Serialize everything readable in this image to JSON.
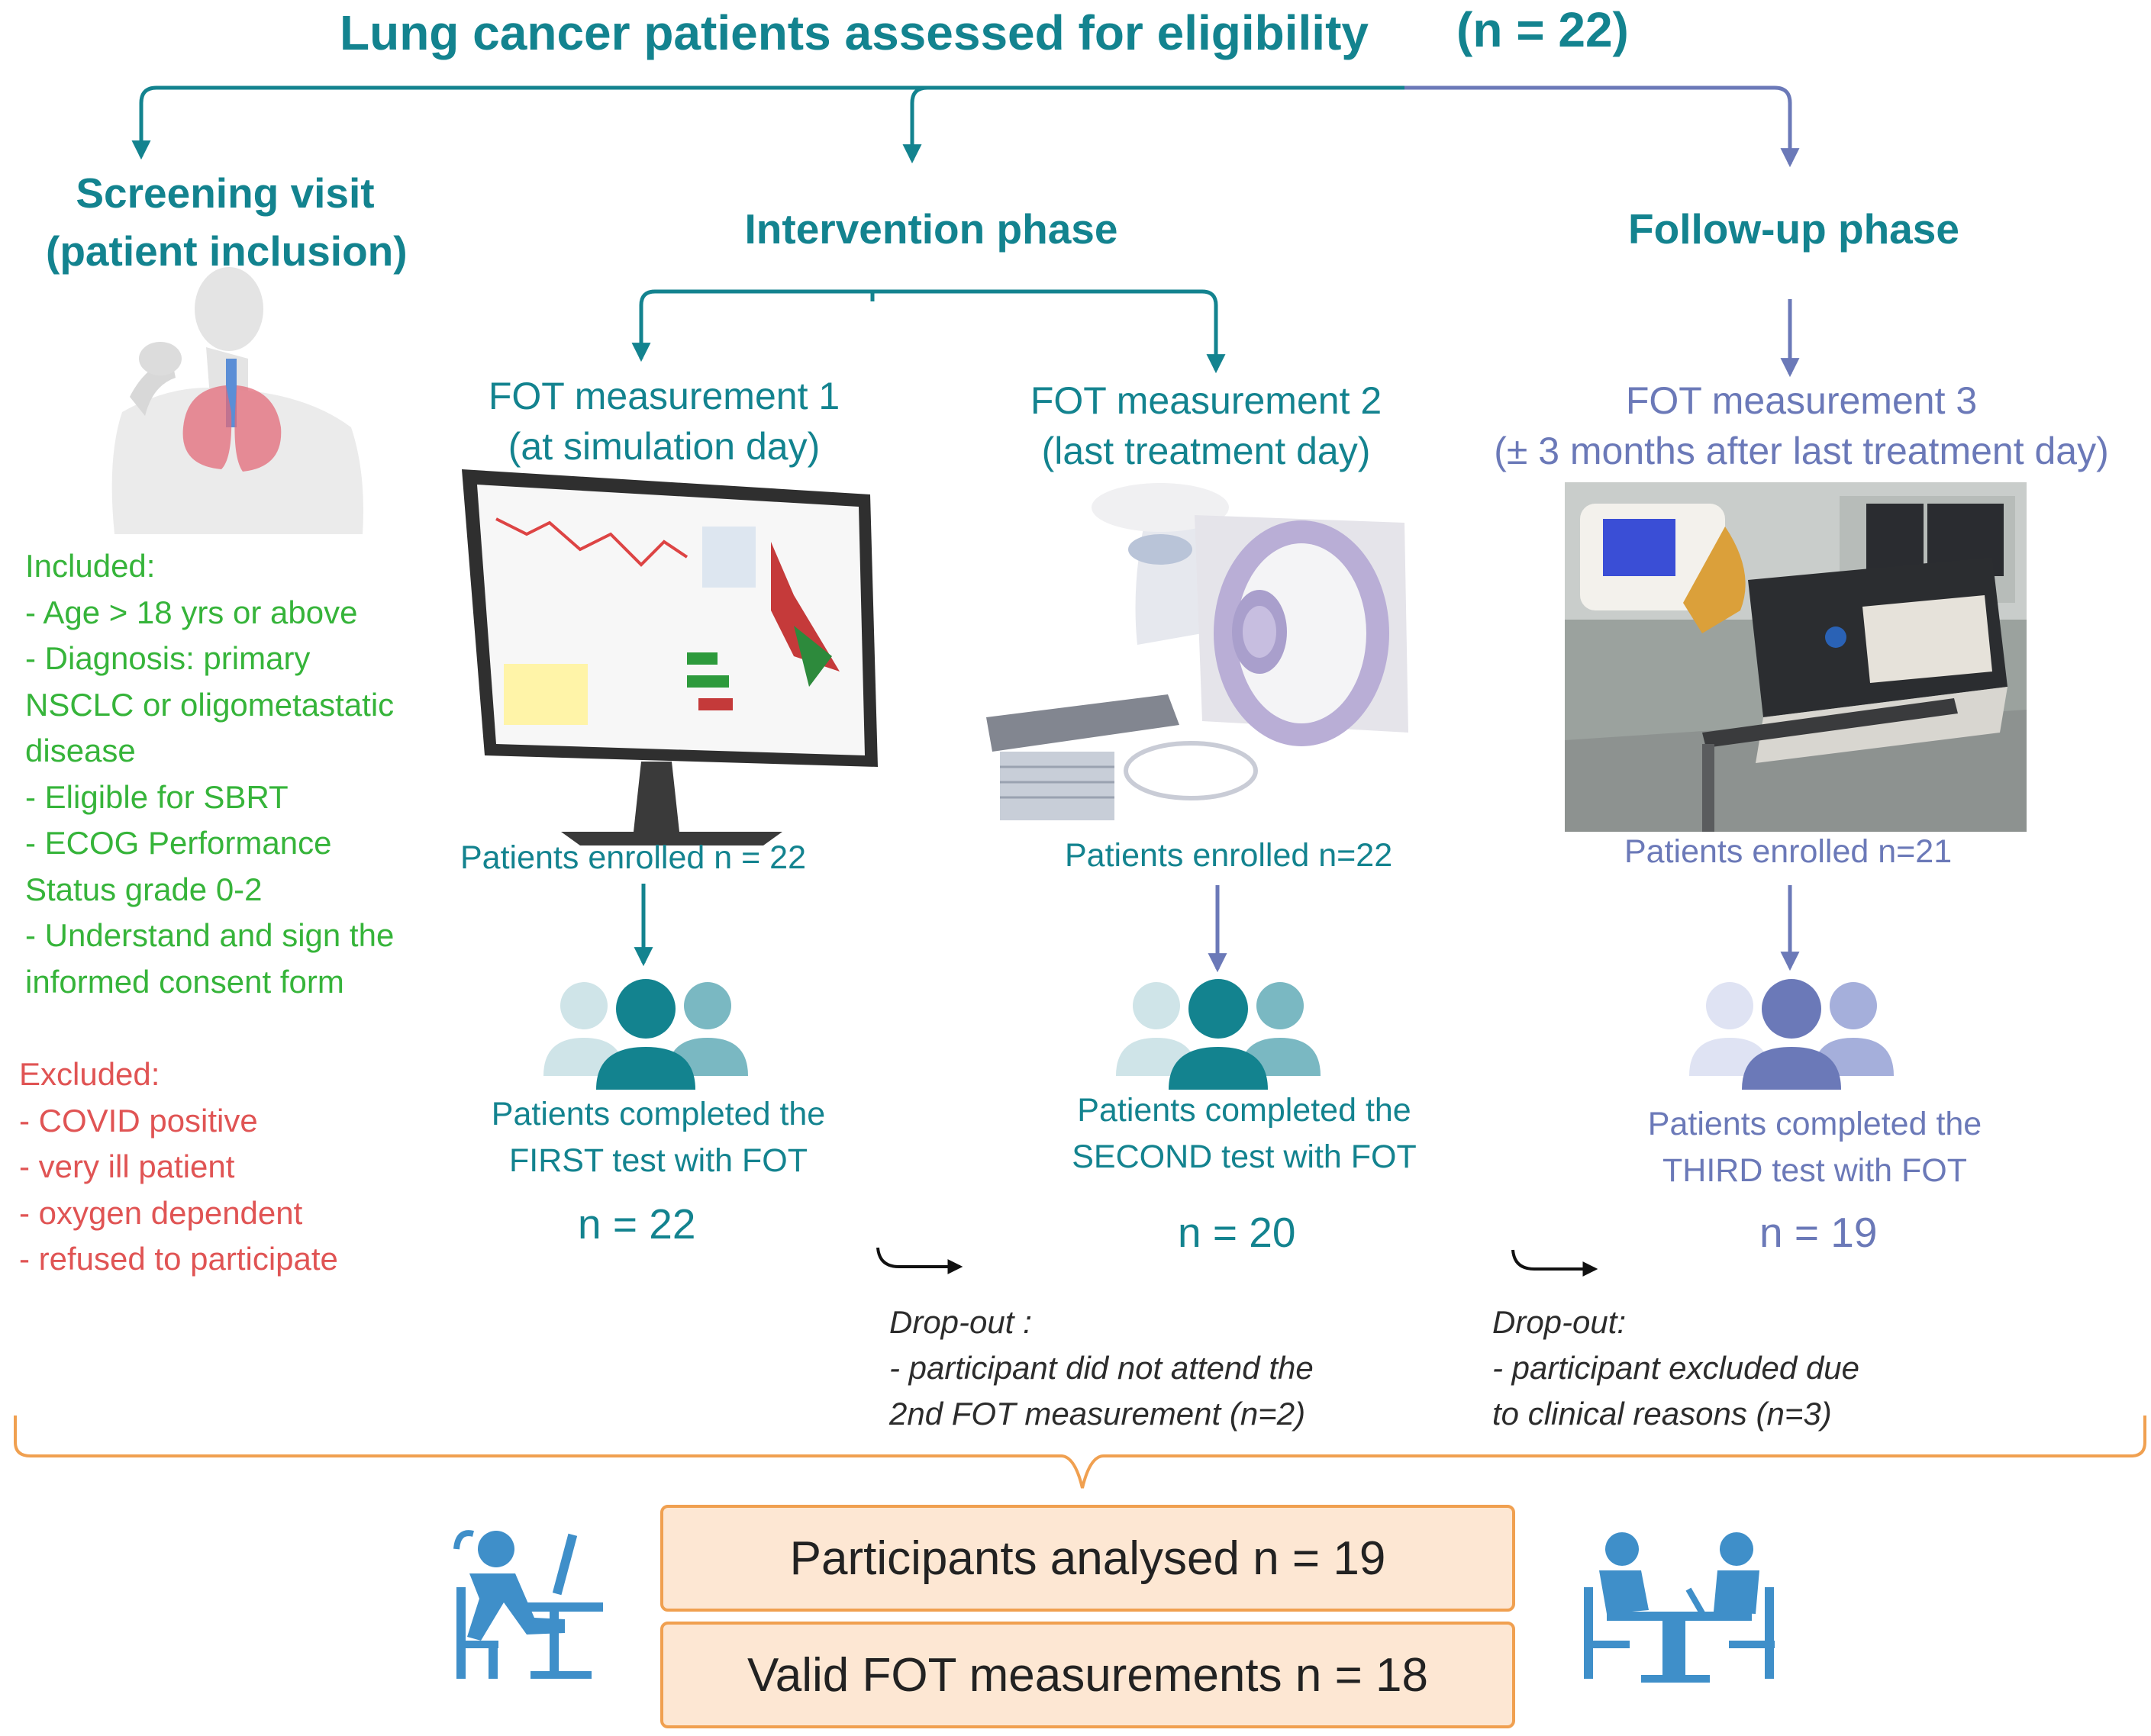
{
  "title": "Lung cancer patients assessed for eligibility",
  "title_n": "(n = 22)",
  "screening": {
    "heading_line1": "Screening visit",
    "heading_line2": "(patient inclusion)",
    "included_heading": "Included:",
    "included_lines": [
      "- Age > 18 yrs or above",
      "- Diagnosis: primary",
      "NSCLC or oligometastatic",
      "disease",
      "- Eligible for SBRT",
      "- ECOG Performance",
      "Status grade 0-2",
      "- Understand and sign the",
      "informed consent form"
    ],
    "excluded_heading": "Excluded:",
    "excluded_lines": [
      "- COVID positive",
      "- very ill patient",
      "- oxygen dependent",
      "- refused to participate"
    ]
  },
  "intervention": {
    "heading": "Intervention phase"
  },
  "followup": {
    "heading": "Follow-up phase"
  },
  "measurements": [
    {
      "title_line1": "FOT measurement 1",
      "title_line2": "(at simulation day)",
      "enrolled": "Patients enrolled n = 22",
      "completed_line1": "Patients completed the",
      "completed_line2": "FIRST test with FOT",
      "n": "n = 22"
    },
    {
      "title_line1": "FOT measurement 2",
      "title_line2": "(last treatment day)",
      "enrolled": "Patients enrolled n=22",
      "completed_line1": "Patients completed the",
      "completed_line2": "SECOND test with FOT",
      "n": "n = 20"
    },
    {
      "title_line1": "FOT measurement 3",
      "title_line2": "(± 3 months after last treatment day)",
      "enrolled": "Patients enrolled n=21",
      "completed_line1": "Patients completed the",
      "completed_line2": "THIRD test with FOT",
      "n": "n = 19"
    }
  ],
  "dropouts": [
    {
      "heading": "Drop-out :",
      "lines": [
        "- participant did not attend the",
        "2nd  FOT measurement (n=2)"
      ]
    },
    {
      "heading": "Drop-out:",
      "lines": [
        "-  participant excluded due",
        "to clinical reasons (n=3)"
      ]
    }
  ],
  "summary": {
    "analysed": "Participants analysed n = 19",
    "valid": "Valid FOT measurements  n = 18"
  },
  "colors": {
    "teal": "#13838f",
    "slate": "#6b79b8",
    "green": "#36b43a",
    "red": "#e05454",
    "orange": "#f0a050",
    "box_fill": "#fde7d3",
    "people_blue": "#3f8fc9"
  },
  "icons": [
    "lungs-patient-illustration",
    "monitor-software-illustration",
    "linear-accelerator-illustration",
    "fot-device-photo",
    "patient-group-icon",
    "person-at-computer-icon",
    "doctor-consultation-icon"
  ]
}
